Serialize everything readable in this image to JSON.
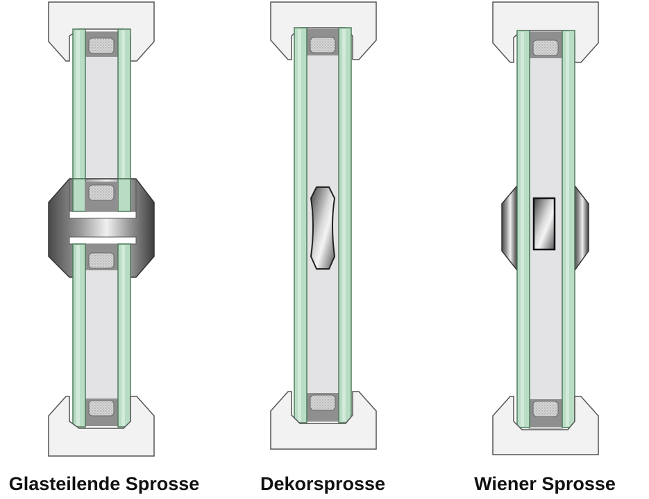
{
  "captions": {
    "glass_dividing": "Glasteilende Sprosse",
    "decor": "Dekorsprosse",
    "viennese": "Wiener Sprosse"
  },
  "colors": {
    "frame_fill": "#f2f2f2",
    "frame_stroke": "#555555",
    "glass_fill": "#b9dcc4",
    "glass_stroke": "#4f7a5c",
    "cavity_fill": "#e3e3e6",
    "spacer_fill": "#9a9a9a",
    "desiccant_fill": "#d4d4d4",
    "metal_dark": "#505050",
    "metal_light": "#e8e8e8"
  }
}
